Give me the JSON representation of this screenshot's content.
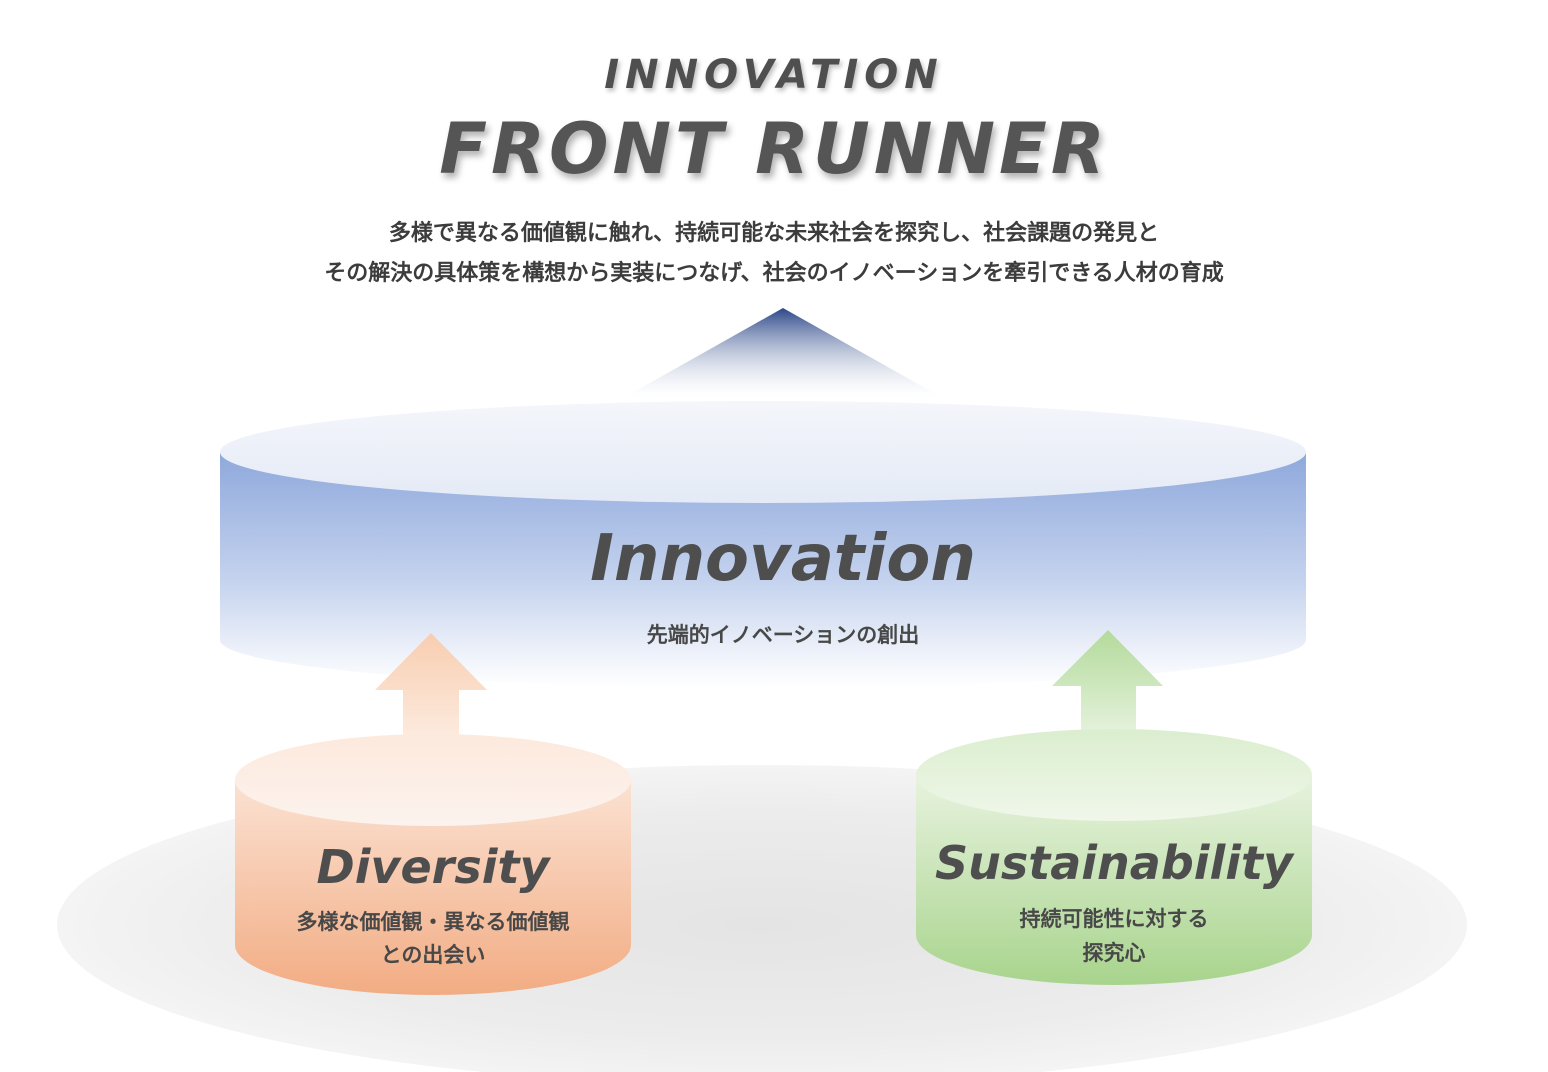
{
  "header": {
    "subtitle": "INNOVATION",
    "title": "FRONT RUNNER"
  },
  "mission": {
    "line1": "多様で異なる価値観に触れ、持続可能な未来社会を探究し、社会課題の発見と",
    "line2": "その解決の具体策を構想から実装につなげ、社会のイノベーションを牽引できる人材の育成"
  },
  "innovation": {
    "title": "Innovation",
    "caption": "先端的イノベーションの創出",
    "color": "#7f9fd8"
  },
  "diversity": {
    "title": "Diversity",
    "caption_line1": "多様な価値観・異なる価値観",
    "caption_line2": "との出会い",
    "color": "#f2b088"
  },
  "sustainability": {
    "title": "Sustainability",
    "caption_line1": "持続可能性に対する",
    "caption_line2": "探究心",
    "color": "#a9d48f"
  },
  "colors": {
    "peak": "#2e4a8c",
    "text": "#4e4e4e"
  }
}
